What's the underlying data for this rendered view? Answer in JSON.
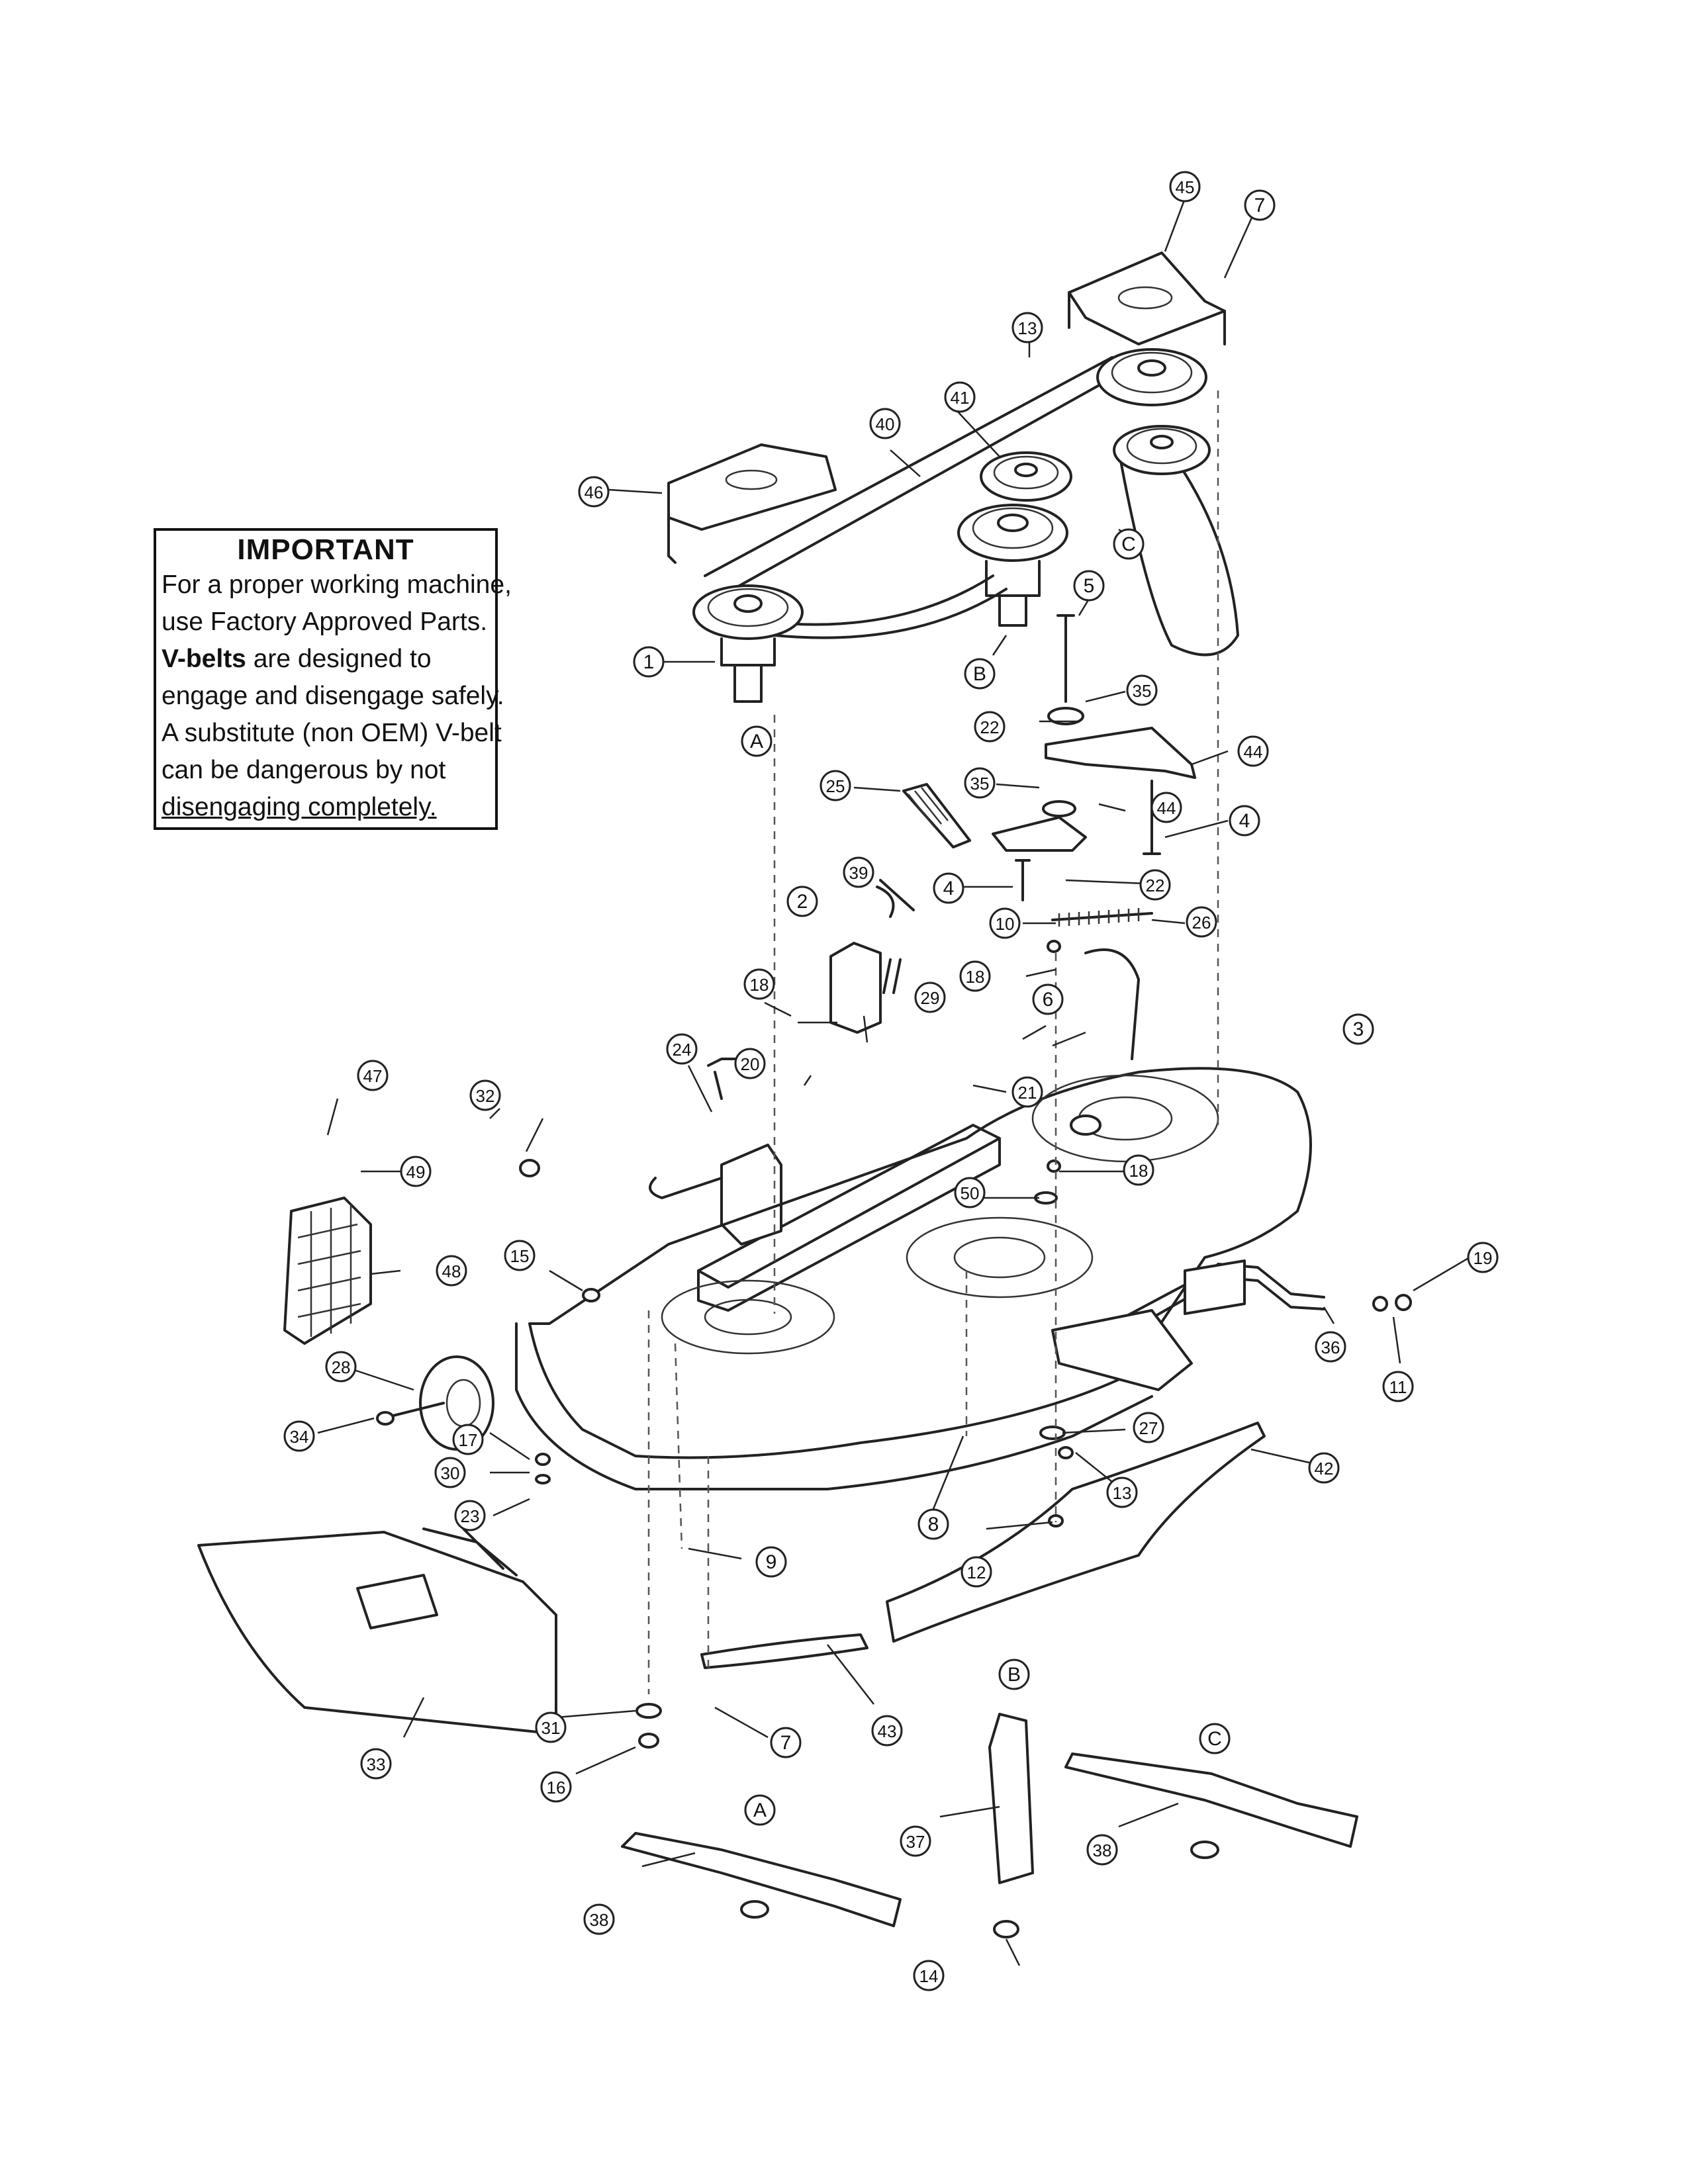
{
  "notice": {
    "title": "IMPORTANT",
    "line1": "For a proper working machine,",
    "line2": "use Factory Approved Parts.",
    "line3_bold": "V-belts",
    "line3_rest": " are designed to",
    "line4": "engage and disengage safely.",
    "line5": "A substitute (non OEM) V-belt",
    "line6": "can be dangerous by not",
    "line7": "disengaging completely."
  },
  "callouts": [
    {
      "id": "c45",
      "label": "45"
    },
    {
      "id": "c7a",
      "label": "7"
    },
    {
      "id": "c13a",
      "label": "13"
    },
    {
      "id": "c40",
      "label": "40"
    },
    {
      "id": "c41",
      "label": "41"
    },
    {
      "id": "c46",
      "label": "46"
    },
    {
      "id": "cCa",
      "label": "C"
    },
    {
      "id": "c1",
      "label": "1"
    },
    {
      "id": "cB",
      "label": "B"
    },
    {
      "id": "c5",
      "label": "5"
    },
    {
      "id": "c35a",
      "label": "35"
    },
    {
      "id": "cAa",
      "label": "A"
    },
    {
      "id": "c22a",
      "label": "22"
    },
    {
      "id": "c44a",
      "label": "44"
    },
    {
      "id": "c25",
      "label": "25"
    },
    {
      "id": "c35b",
      "label": "35"
    },
    {
      "id": "c44b",
      "label": "44"
    },
    {
      "id": "c4a",
      "label": "4"
    },
    {
      "id": "c39",
      "label": "39"
    },
    {
      "id": "c2",
      "label": "2"
    },
    {
      "id": "c4b",
      "label": "4"
    },
    {
      "id": "c22b",
      "label": "22"
    },
    {
      "id": "c10",
      "label": "10"
    },
    {
      "id": "c26",
      "label": "26"
    },
    {
      "id": "c18a",
      "label": "18"
    },
    {
      "id": "c29",
      "label": "29"
    },
    {
      "id": "c6",
      "label": "6"
    },
    {
      "id": "c18b",
      "label": "18"
    },
    {
      "id": "c3",
      "label": "3"
    },
    {
      "id": "c24",
      "label": "24"
    },
    {
      "id": "c20",
      "label": "20"
    },
    {
      "id": "c21",
      "label": "21"
    },
    {
      "id": "c47",
      "label": "47"
    },
    {
      "id": "c32",
      "label": "32"
    },
    {
      "id": "c18c",
      "label": "18"
    },
    {
      "id": "c49",
      "label": "49"
    },
    {
      "id": "c50",
      "label": "50"
    },
    {
      "id": "c48",
      "label": "48"
    },
    {
      "id": "c15",
      "label": "15"
    },
    {
      "id": "c19",
      "label": "19"
    },
    {
      "id": "c28",
      "label": "28"
    },
    {
      "id": "c36",
      "label": "36"
    },
    {
      "id": "c11",
      "label": "11"
    },
    {
      "id": "c34",
      "label": "34"
    },
    {
      "id": "c27",
      "label": "27"
    },
    {
      "id": "c17",
      "label": "17"
    },
    {
      "id": "c42",
      "label": "42"
    },
    {
      "id": "c30",
      "label": "30"
    },
    {
      "id": "c13b",
      "label": "13"
    },
    {
      "id": "c23",
      "label": "23"
    },
    {
      "id": "c8",
      "label": "8"
    },
    {
      "id": "c9",
      "label": "9"
    },
    {
      "id": "c12",
      "label": "12"
    },
    {
      "id": "cBb",
      "label": "B"
    },
    {
      "id": "c31",
      "label": "31"
    },
    {
      "id": "c7b",
      "label": "7"
    },
    {
      "id": "c43",
      "label": "43"
    },
    {
      "id": "c33",
      "label": "33"
    },
    {
      "id": "c16",
      "label": "16"
    },
    {
      "id": "cCb",
      "label": "C"
    },
    {
      "id": "cAb",
      "label": "A"
    },
    {
      "id": "c37",
      "label": "37"
    },
    {
      "id": "c38a",
      "label": "38"
    },
    {
      "id": "c38b",
      "label": "38"
    },
    {
      "id": "c14",
      "label": "14"
    }
  ]
}
